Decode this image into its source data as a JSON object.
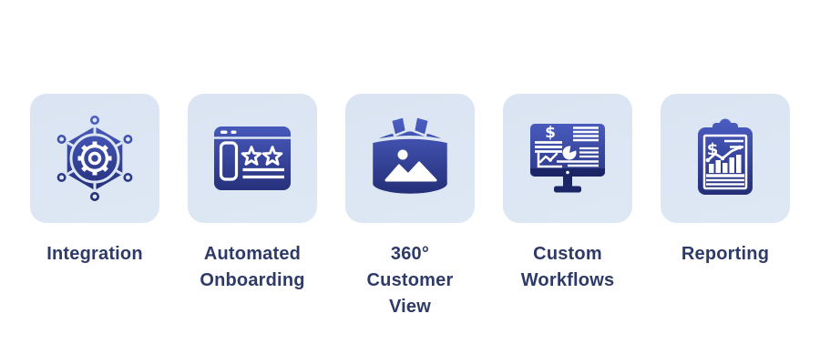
{
  "colors": {
    "card_bg": "#dce6f3",
    "icon_gradient_top": "#4d60c6",
    "icon_gradient_bottom": "#202a70",
    "icon_solid_navy": "#1c2566",
    "label_text": "#2e3a67",
    "page_bg": "#ffffff"
  },
  "features": [
    {
      "label": "Integration",
      "icon": "integration-network-icon"
    },
    {
      "label": "Automated\nOnboarding",
      "icon": "browser-stars-icon"
    },
    {
      "label": "360°\nCustomer\nView",
      "icon": "panorama-360-icon"
    },
    {
      "label": "Custom\nWorkflows",
      "icon": "monitor-dashboard-icon"
    },
    {
      "label": "Reporting",
      "icon": "clipboard-chart-icon"
    }
  ]
}
